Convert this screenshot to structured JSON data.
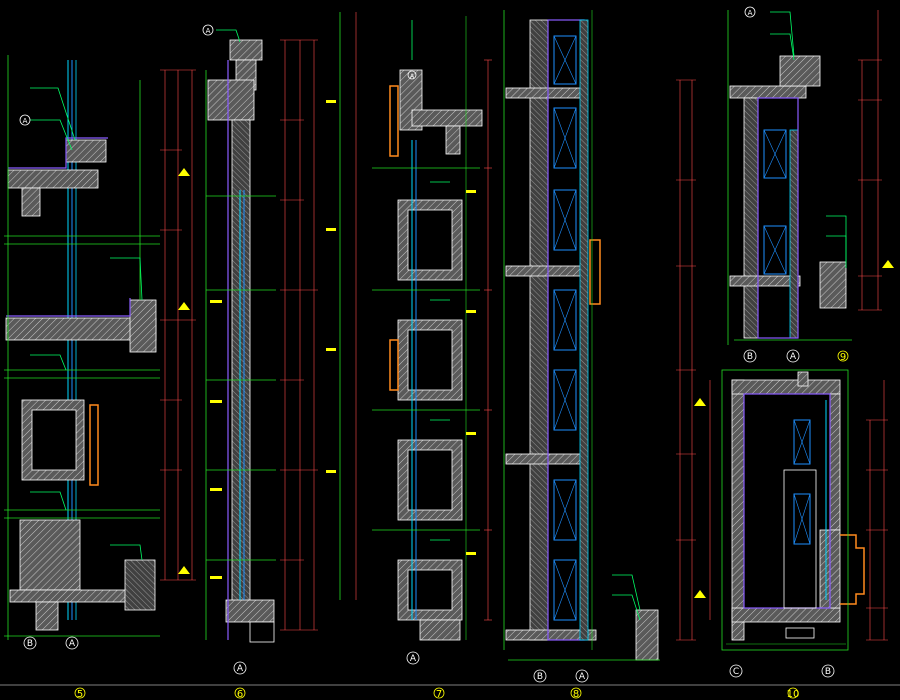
{
  "colors": {
    "background": "#000000",
    "concrete": "#9a9a9a",
    "outline": "#ffffff",
    "membrane": "#8a5cff",
    "finish_line": "#1e90ff",
    "glass": "#00d8ff",
    "grid_line": "#22dd22",
    "dimension": "#ff4a4a",
    "elevation_marker": "#ffff00",
    "callout": "#00ff66",
    "trim": "#ff8a1e",
    "label": "#d8d8d8"
  },
  "detail_numbers": [
    "5",
    "6",
    "7",
    "8",
    "9",
    "10"
  ],
  "axis_bubbles": {
    "detail5": [
      "B",
      "A"
    ],
    "detail6": [
      "A"
    ],
    "detail7": [
      "A"
    ],
    "detail8": [
      "B",
      "A"
    ],
    "detail9": [
      "B",
      "A"
    ],
    "detail10": [
      "C",
      "B"
    ]
  },
  "top_axis_bubbles": [
    "A",
    "A",
    "A",
    "A"
  ]
}
